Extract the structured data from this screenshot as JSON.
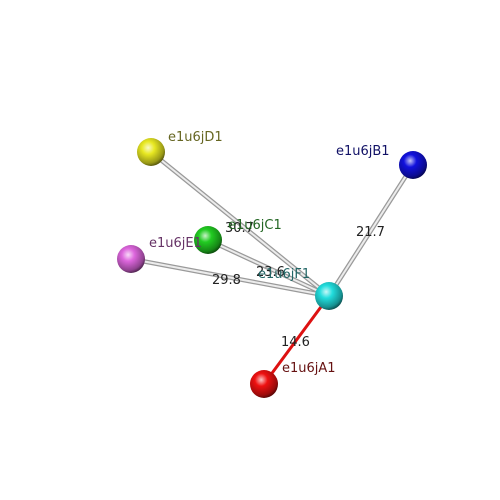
{
  "nodes": [
    {
      "id": "e1u6jA1",
      "label": "e1u6jA1",
      "color": "#ee1111",
      "label_color": "#661111"
    },
    {
      "id": "e1u6jB1",
      "label": "e1u6jB1",
      "color": "#1111dd",
      "label_color": "#111166"
    },
    {
      "id": "e1u6jC1",
      "label": "e1u6jC1",
      "color": "#22cc22",
      "label_color": "#226622"
    },
    {
      "id": "e1u6jD1",
      "label": "e1u6jD1",
      "color": "#e8e822",
      "label_color": "#666622"
    },
    {
      "id": "e1u6jE1",
      "label": "e1u6jE1",
      "color": "#dd66dd",
      "label_color": "#663366"
    },
    {
      "id": "e1u6jF1",
      "label": "e1u6jF1",
      "color": "#22dddd",
      "label_color": "#226666"
    }
  ],
  "edges": [
    {
      "id": "F1-A1",
      "from": "e1u6jF1",
      "to": "e1u6jA1",
      "label": "14.6",
      "color": "#dd1111"
    },
    {
      "id": "F1-B1",
      "from": "e1u6jF1",
      "to": "e1u6jB1",
      "label": "21.7",
      "color": "#bbbbbb"
    },
    {
      "id": "F1-C1",
      "from": "e1u6jF1",
      "to": "e1u6jC1",
      "label": "23.6",
      "color": "#bbbbbb"
    },
    {
      "id": "F1-E1",
      "from": "e1u6jF1",
      "to": "e1u6jE1",
      "label": "29.8",
      "color": "#bbbbbb"
    },
    {
      "id": "F1-D1",
      "from": "e1u6jF1",
      "to": "e1u6jD1",
      "label": "30.7",
      "color": "#bbbbbb"
    }
  ]
}
